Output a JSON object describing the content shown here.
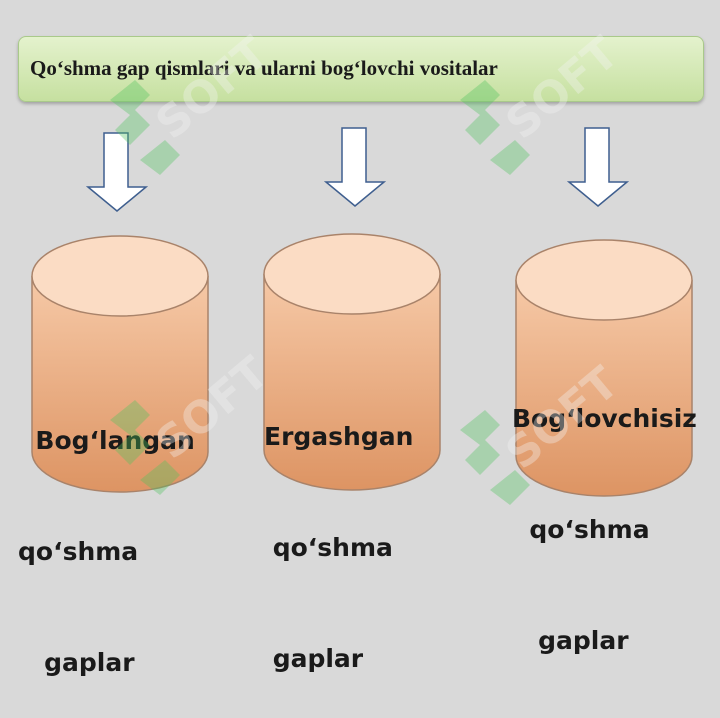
{
  "title": "Qo‘shma gap qismlari va ularni bog‘lovchi vositalar",
  "colors": {
    "background": "#d9d9d9",
    "title_fill": "#d5eab5",
    "arrow_stroke": "#3f5f8f",
    "cylinder_top": "#fbdcc4",
    "cylinder_body": "#e7a87c",
    "cylinder_stroke": "#a9836a",
    "watermark": "#4fc35d"
  },
  "watermark_text": "SOFT",
  "cylinders": [
    {
      "line1": "  Bog‘langan",
      "line2": "qo‘shma",
      "line3": "   gaplar"
    },
    {
      "line1": "Ergashgan",
      "line2": " qo‘shma",
      "line3": " gaplar"
    },
    {
      "line1": "Bog‘lovchisiz",
      "line2": "  qo‘shma",
      "line3": "   gaplar"
    }
  ]
}
